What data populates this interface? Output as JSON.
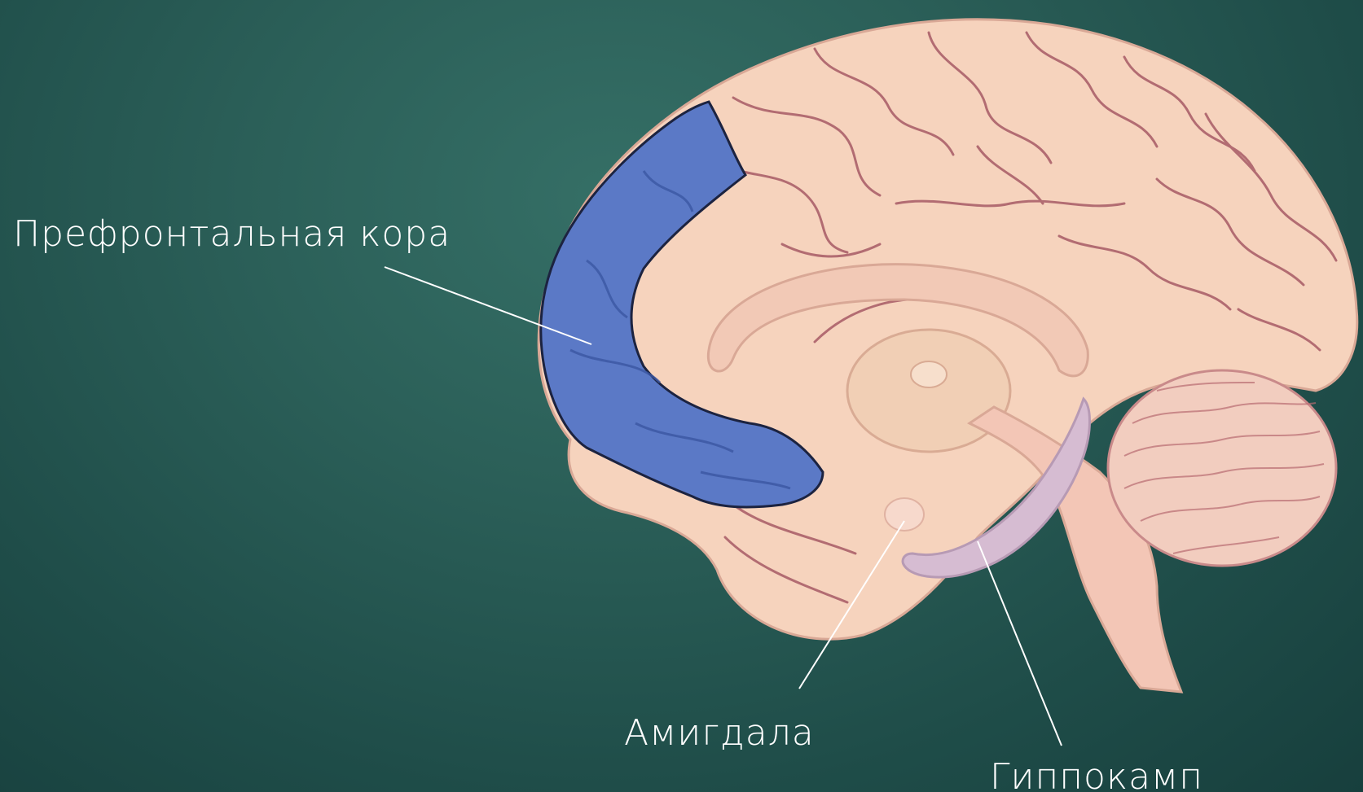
{
  "labels": {
    "prefrontal_cortex": "Префронтальная кора",
    "amygdala": "Амигдала",
    "hippocampus": "Гиппокамп"
  },
  "colors": {
    "background": "#245a55",
    "brain": "#f6d3bd",
    "sulci": "#9c4a5a",
    "prefrontal_highlight": "#5b79c6",
    "hippocampus": "#d6bcd2",
    "amygdala": "#f7d9cc",
    "label_text": "#ffffff"
  }
}
